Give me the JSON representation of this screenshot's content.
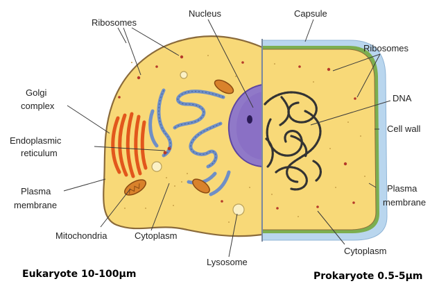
{
  "diagram": {
    "labels": {
      "ribosomes_left": "Ribosomes",
      "nucleus": "Nucleus",
      "capsule": "Capsule",
      "ribosomes_right": "Ribosomes",
      "golgi_line1": "Golgi",
      "golgi_line2": "complex",
      "dna": "DNA",
      "er_line1": "Endoplasmic",
      "er_line2": "reticulum",
      "cell_wall": "Cell wall",
      "plasma_left_line1": "Plasma",
      "plasma_left_line2": "membrane",
      "plasma_right_line1": "Plasma",
      "plasma_right_line2": "membrane",
      "mitochondria": "Mitochondria",
      "cytoplasm_left": "Cytoplasm",
      "lysosome": "Lysosome",
      "cytoplasm_right": "Cytoplasm"
    },
    "captions": {
      "eukaryote": "Eukaryote 10-100µm",
      "prokaryote": "Prokaryote 0.5-5µm"
    },
    "colors": {
      "cytoplasm": "#f8d978",
      "membrane": "#8a6a3a",
      "golgi": "#e2571c",
      "er": "#6f8fc6",
      "nucleus": "#8a6fc4",
      "mitochondria": "#d9822b",
      "capsule": "#b9d6ee",
      "cell_wall": "#7cae4f",
      "dna": "#333333"
    }
  }
}
